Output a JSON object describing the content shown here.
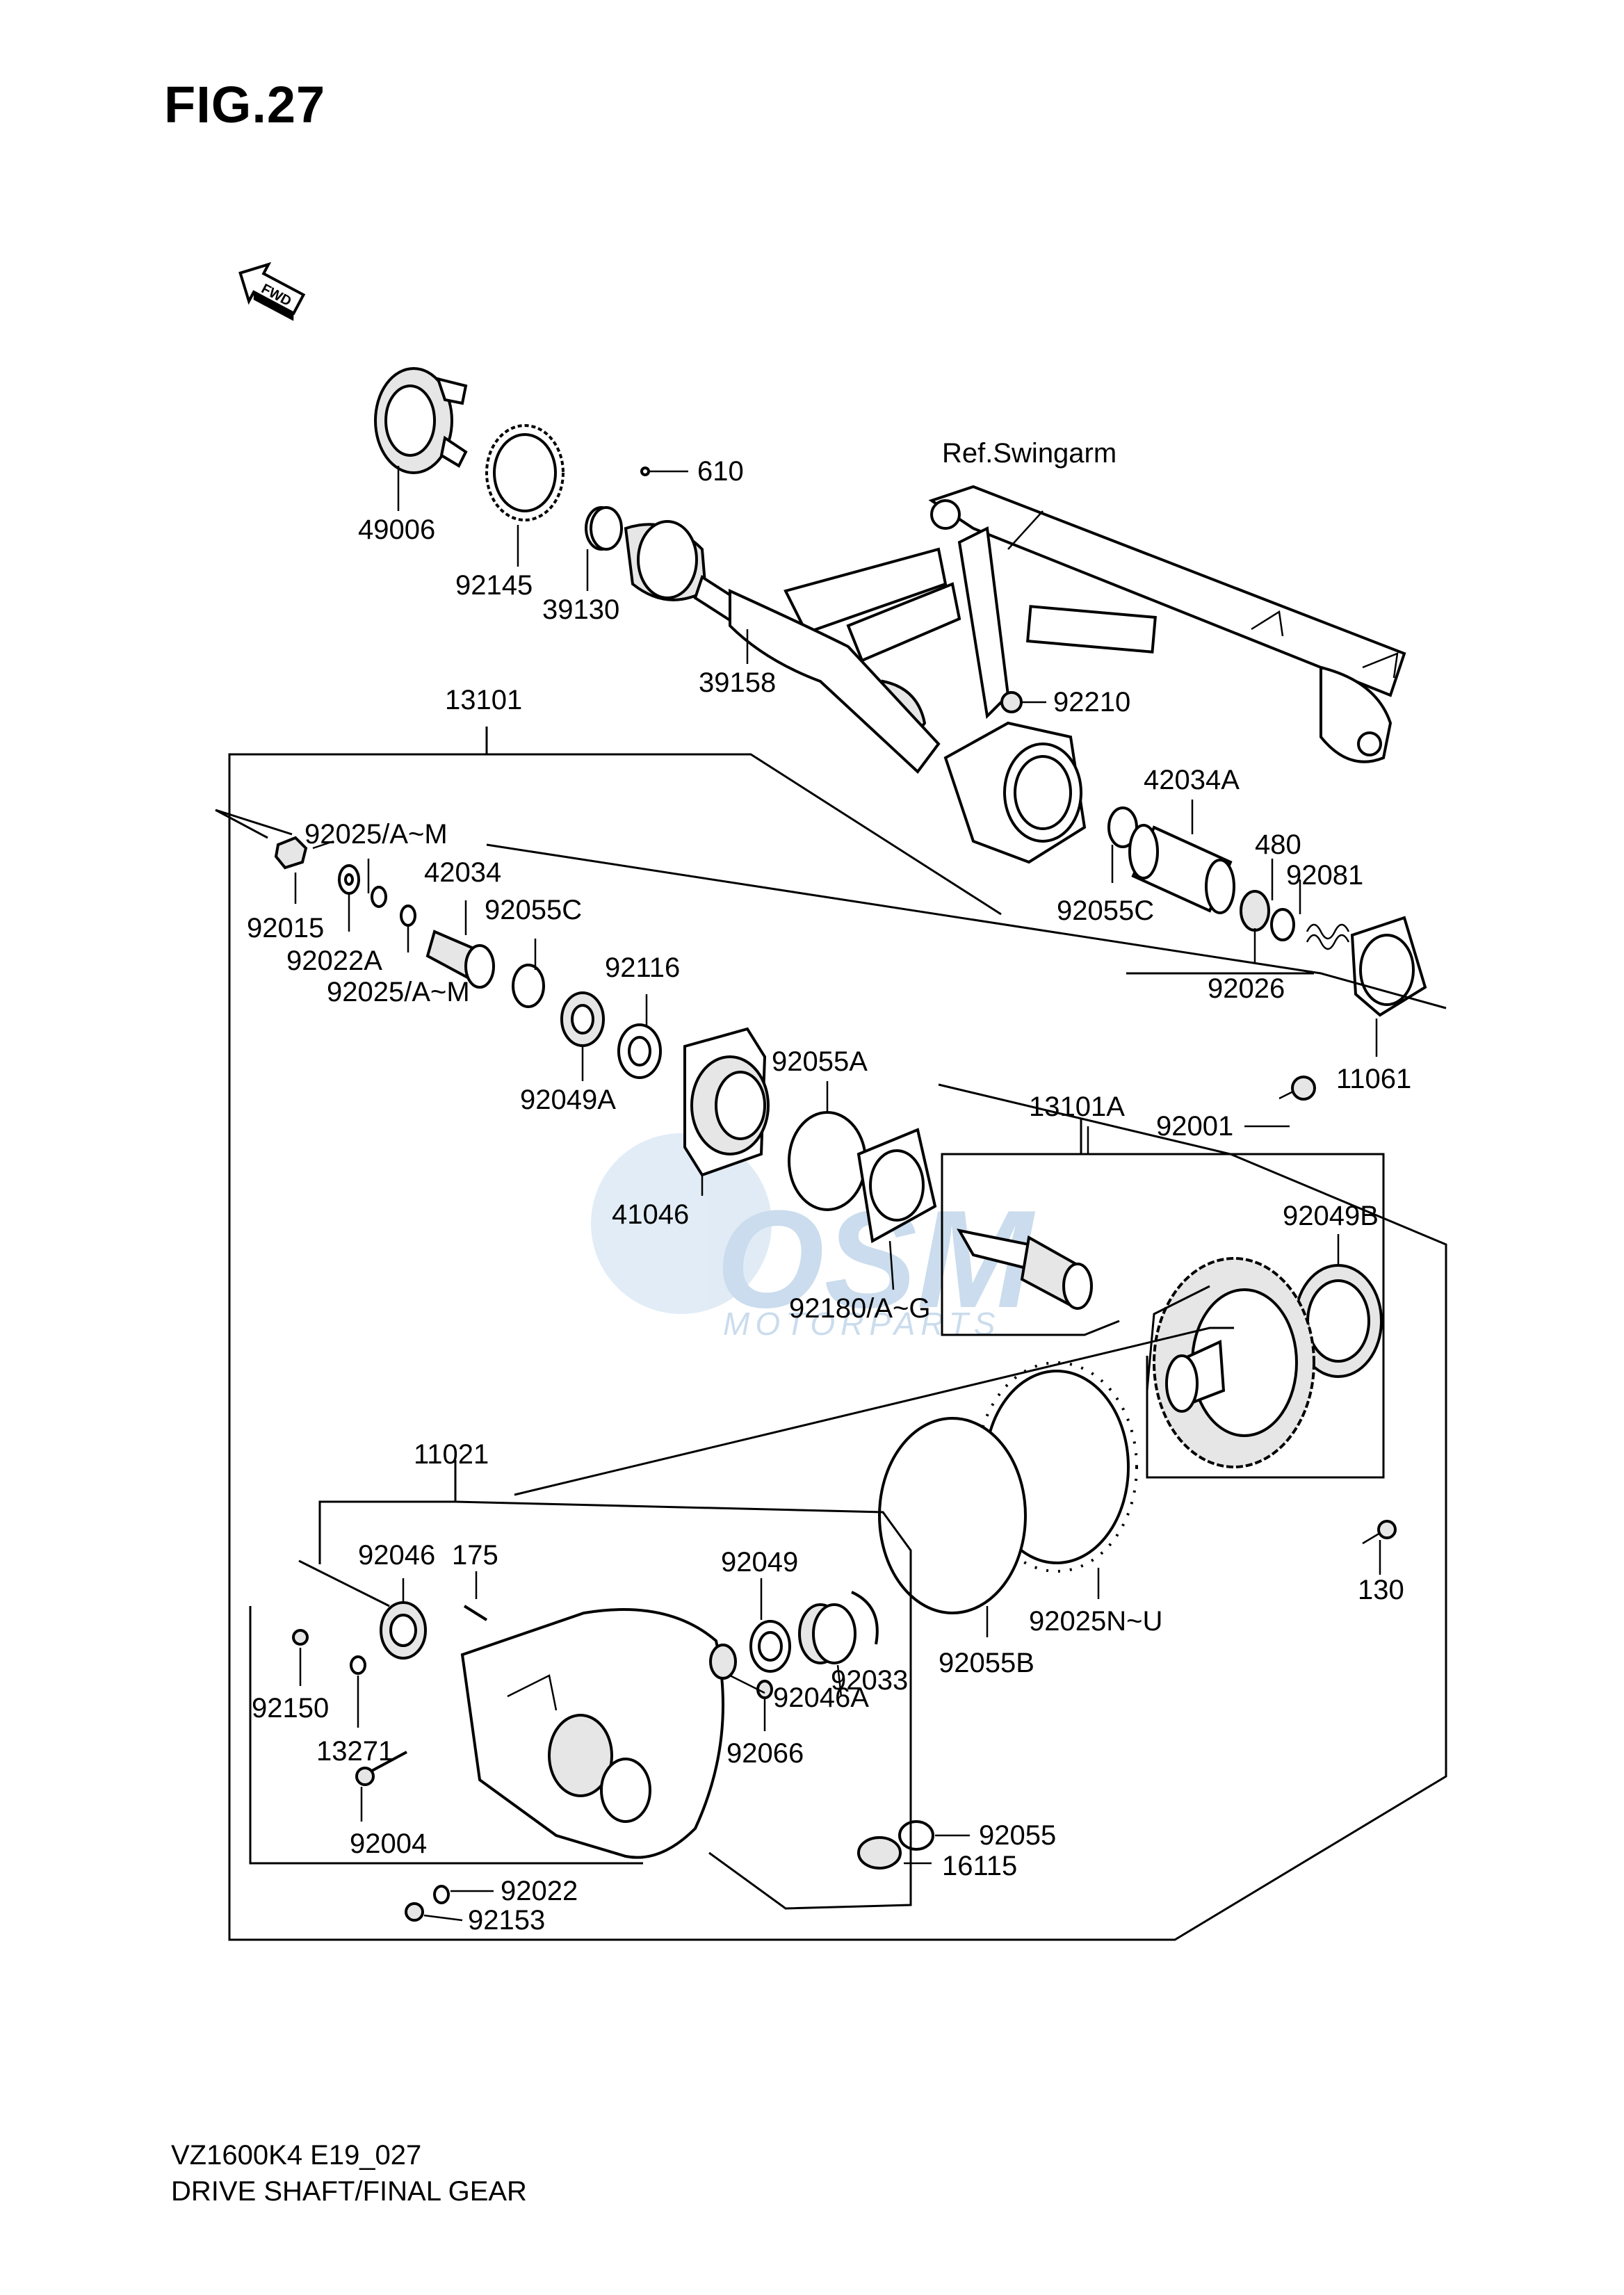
{
  "figure": {
    "title": "FIG.27",
    "fwd_label": "FWD",
    "code": "VZ1600K4 E19_027",
    "description": "DRIVE SHAFT/FINAL GEAR",
    "watermark_main": "OSM",
    "watermark_sub": "MOTORPARTS"
  },
  "colors": {
    "line": "#000000",
    "background": "#ffffff",
    "watermark": "#c9dcef"
  },
  "labels": {
    "ref_swingarm": "Ref.Swingarm",
    "p610": "610",
    "p49006": "49006",
    "p92145": "92145",
    "p39130": "39130",
    "p39158": "39158",
    "p13101": "13101",
    "p92210": "92210",
    "p42034A": "42034A",
    "p480": "480",
    "p92081": "92081",
    "p92055C_r": "92055C",
    "p92026": "92026",
    "p11061": "11061",
    "p92025AM_1": "92025/A~M",
    "p92015": "92015",
    "p42034": "42034",
    "p92022A": "92022A",
    "p92055C_l": "92055C",
    "p92025AM_2": "92025/A~M",
    "p92116": "92116",
    "p92049A": "92049A",
    "p92055A": "92055A",
    "p41046": "41046",
    "p13101A": "13101A",
    "p92001": "92001",
    "p92049B": "92049B",
    "p92180AG": "92180/A~G",
    "p11021": "11021",
    "p92046": "92046",
    "p175": "175",
    "p92049": "92049",
    "p92150": "92150",
    "p13271": "13271",
    "p92046A": "92046A",
    "p92033": "92033",
    "p92055B": "92055B",
    "p92025NU": "92025N~U",
    "p130": "130",
    "p92066": "92066",
    "p92004": "92004",
    "p92055": "92055",
    "p16115": "16115",
    "p92022": "92022",
    "p92153": "92153"
  }
}
